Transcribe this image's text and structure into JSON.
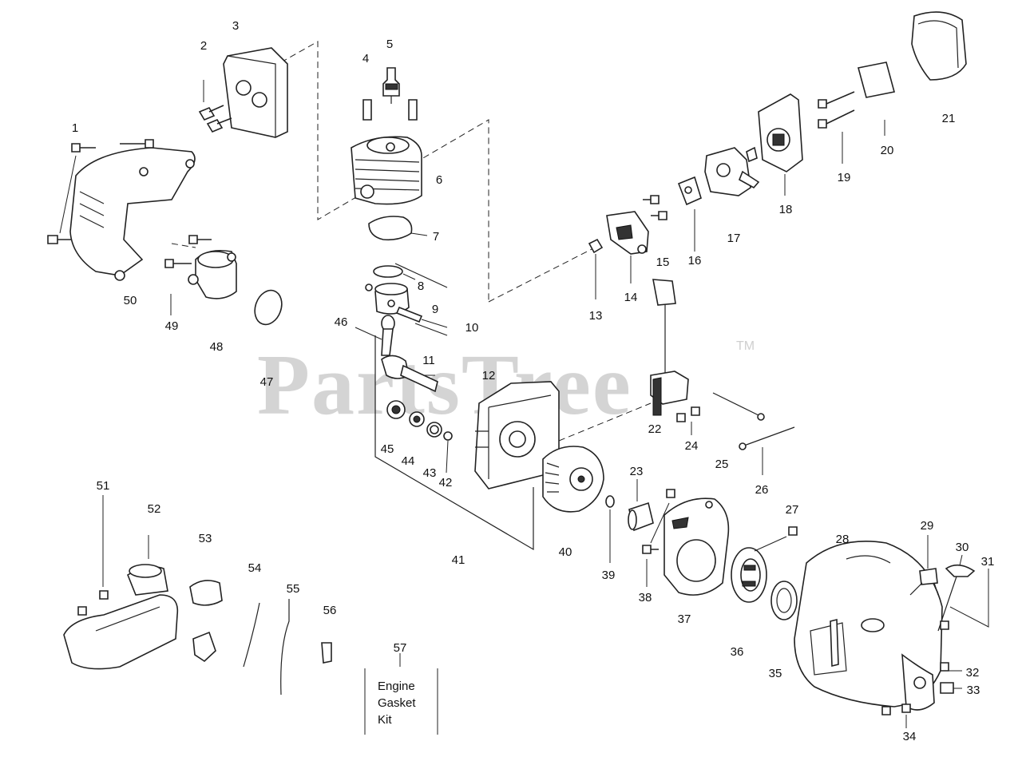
{
  "watermark": {
    "text": "PartsTree",
    "trademark": "TM"
  },
  "callouts": [
    "1",
    "2",
    "3",
    "4",
    "5",
    "6",
    "7",
    "8",
    "9",
    "10",
    "11",
    "12",
    "13",
    "14",
    "15",
    "16",
    "17",
    "18",
    "19",
    "20",
    "21",
    "22",
    "23",
    "24",
    "25",
    "26",
    "27",
    "28",
    "29",
    "30",
    "31",
    "32",
    "33",
    "34",
    "35",
    "36",
    "37",
    "38",
    "39",
    "40",
    "41",
    "42",
    "43",
    "44",
    "45",
    "46",
    "47",
    "48",
    "49",
    "50",
    "51",
    "52",
    "53",
    "54",
    "55",
    "56",
    "57"
  ],
  "kit_label": {
    "line1": "Engine",
    "line2": "Gasket",
    "line3": "Kit"
  },
  "colors": {
    "line": "#222222",
    "watermark": "#d4d4d4",
    "background": "#ffffff"
  }
}
